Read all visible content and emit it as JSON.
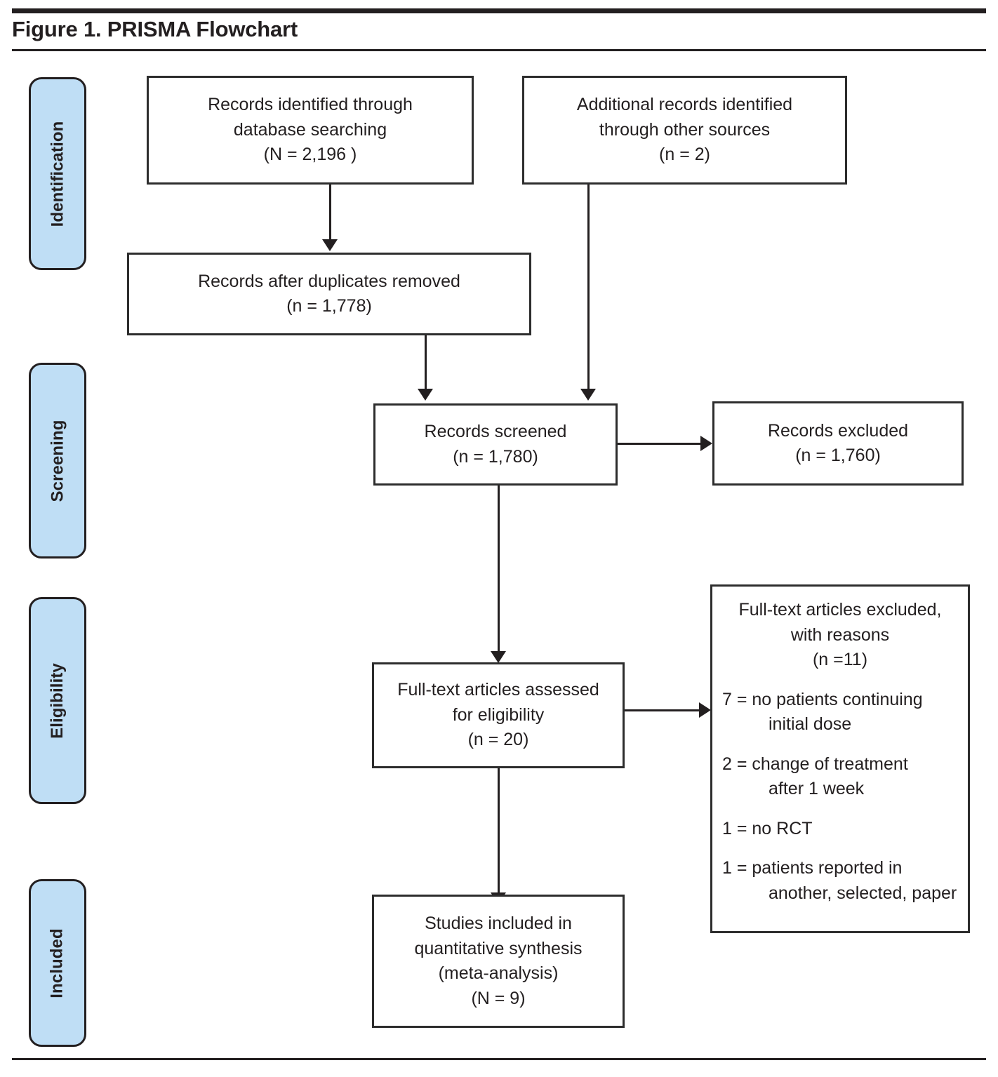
{
  "figure": {
    "title": "Figure 1. PRISMA Flowchart"
  },
  "stages": [
    {
      "label": "Identification"
    },
    {
      "label": "Screening"
    },
    {
      "label": "Eligibility"
    },
    {
      "label": "Included"
    }
  ],
  "boxes": {
    "records_identified": {
      "line1": "Records identified through",
      "line2": "database searching",
      "line3": "(N = 2,196 )"
    },
    "additional_records": {
      "line1": "Additional records identified",
      "line2": "through other sources",
      "line3": "(n = 2)"
    },
    "duplicates_removed": {
      "line1": "Records after duplicates removed",
      "line2": "(n = 1,778)"
    },
    "records_screened": {
      "line1": "Records screened",
      "line2": "(n = 1,780)"
    },
    "records_excluded": {
      "line1": "Records excluded",
      "line2": "(n = 1,760)"
    },
    "fulltext_assessed": {
      "line1": "Full-text articles assessed",
      "line2": "for eligibility",
      "line3": "(n = 20)"
    },
    "fulltext_excluded": {
      "head1": "Full-text articles excluded,",
      "head2": "with reasons",
      "head3": "(n =11)",
      "reasons": [
        {
          "l1": "7 = no patients continuing",
          "l2": "initial dose"
        },
        {
          "l1": "2 = change of treatment",
          "l2": "after 1 week"
        },
        {
          "l1": "1 = no RCT",
          "l2": ""
        },
        {
          "l1": "1 = patients reported in",
          "l2": "another, selected, paper"
        }
      ]
    },
    "studies_included": {
      "line1": "Studies included in",
      "line2": "quantitative synthesis",
      "line3": "(meta-analysis)",
      "line4": "(N = 9)"
    }
  },
  "chart_data": {
    "type": "diagram",
    "title": "Figure 1. PRISMA Flowchart",
    "nodes": [
      {
        "id": "records_identified",
        "stage": "Identification",
        "label": "Records identified through database searching",
        "count": 2196,
        "count_symbol": "N"
      },
      {
        "id": "additional_records",
        "stage": "Identification",
        "label": "Additional records identified through other sources",
        "count": 2,
        "count_symbol": "n"
      },
      {
        "id": "duplicates_removed",
        "stage": "Identification",
        "label": "Records after duplicates removed",
        "count": 1778,
        "count_symbol": "n"
      },
      {
        "id": "records_screened",
        "stage": "Screening",
        "label": "Records screened",
        "count": 1780,
        "count_symbol": "n"
      },
      {
        "id": "records_excluded",
        "stage": "Screening",
        "label": "Records excluded",
        "count": 1760,
        "count_symbol": "n"
      },
      {
        "id": "fulltext_assessed",
        "stage": "Eligibility",
        "label": "Full-text articles assessed for eligibility",
        "count": 20,
        "count_symbol": "n"
      },
      {
        "id": "fulltext_excluded",
        "stage": "Eligibility",
        "label": "Full-text articles excluded, with reasons",
        "count": 11,
        "count_symbol": "n"
      },
      {
        "id": "studies_included",
        "stage": "Included",
        "label": "Studies included in quantitative synthesis (meta-analysis)",
        "count": 9,
        "count_symbol": "N"
      }
    ],
    "edges": [
      {
        "from": "records_identified",
        "to": "duplicates_removed"
      },
      {
        "from": "duplicates_removed",
        "to": "records_screened"
      },
      {
        "from": "additional_records",
        "to": "records_screened"
      },
      {
        "from": "records_screened",
        "to": "records_excluded"
      },
      {
        "from": "records_screened",
        "to": "fulltext_assessed"
      },
      {
        "from": "fulltext_assessed",
        "to": "fulltext_excluded"
      },
      {
        "from": "fulltext_assessed",
        "to": "studies_included"
      }
    ],
    "exclusion_reasons": [
      {
        "count": 7,
        "reason": "no patients continuing initial dose"
      },
      {
        "count": 2,
        "reason": "change of treatment after 1 week"
      },
      {
        "count": 1,
        "reason": "no RCT"
      },
      {
        "count": 1,
        "reason": "patients reported in another, selected, paper"
      }
    ]
  },
  "colors": {
    "stage_fill": "#bfdef5",
    "stroke": "#231f20",
    "box_stroke": "#2d2d2d",
    "background": "#ffffff"
  }
}
